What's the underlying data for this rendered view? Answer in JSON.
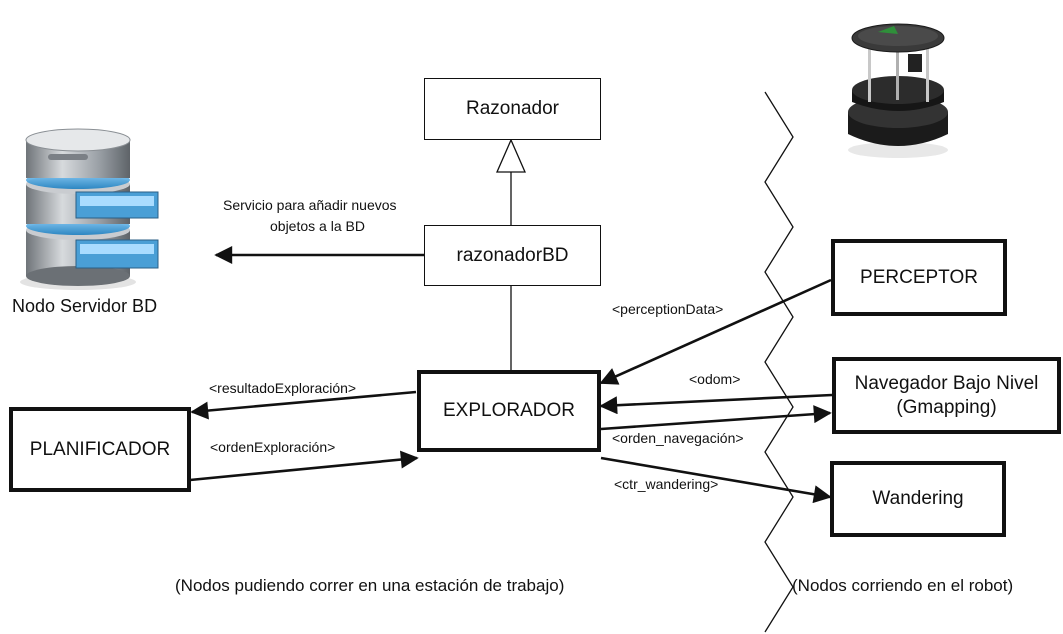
{
  "nodes": {
    "razonador": "Razonador",
    "razonador_bd": "razonadorBD",
    "perceptor": "PERCEPTOR",
    "explorador": "EXPLORADOR",
    "planificador": "PLANIFICADOR",
    "navegador_line1": "Navegador Bajo Nivel",
    "navegador_line2": "(Gmapping)",
    "wandering": "Wandering"
  },
  "labels": {
    "servicio_line1": "Servicio para añadir nuevos",
    "servicio_line2": "objetos a la BD",
    "nodo_servidor": "Nodo Servidor BD",
    "perception_data": "<perceptionData>",
    "resultado": "<resultadoExploración>",
    "orden_exploracion": "<ordenExploración>",
    "odom": "<odom>",
    "orden_navegacion": "<orden_navegación>",
    "ctr_wandering": "<ctr_wandering>"
  },
  "captions": {
    "workstation": "(Nodos pudiendo correr en una estación de trabajo)",
    "robot": "(Nodos corriendo en el robot)"
  },
  "colors": {
    "line": "#111111",
    "database_blue": "#2f9fd8",
    "database_grey": "#9aa0a6"
  },
  "icons": [
    "database-server-icon",
    "turtlebot-robot-icon"
  ]
}
